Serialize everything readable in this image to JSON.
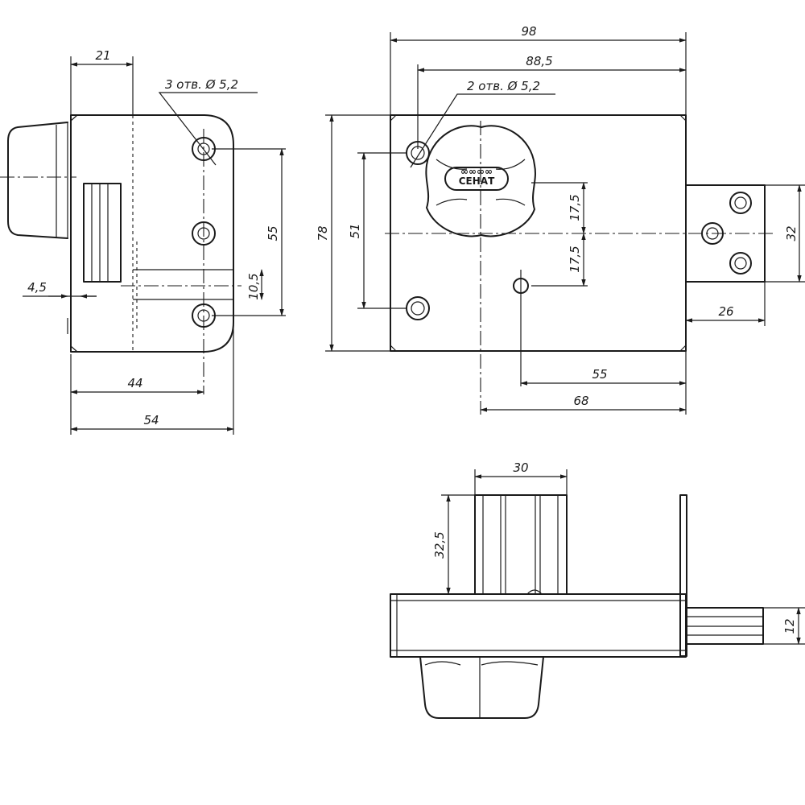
{
  "brand": {
    "name": "СЕНАТ"
  },
  "callouts": {
    "holes_left": "3 отв. Ø 5,2",
    "holes_front": "2 отв. Ø 5,2"
  },
  "dimensions": {
    "side_21": "21",
    "side_55": "55",
    "side_10_5": "10,5",
    "side_4_5": "4,5",
    "side_44": "44",
    "side_54": "54",
    "front_98": "98",
    "front_88_5": "88,5",
    "front_78": "78",
    "front_51": "51",
    "front_17_5_top": "17,5",
    "front_17_5_bottom": "17,5",
    "front_32": "32",
    "front_26": "26",
    "front_55": "55",
    "front_68": "68",
    "top_30": "30",
    "top_32_5": "32,5",
    "top_12": "12"
  }
}
